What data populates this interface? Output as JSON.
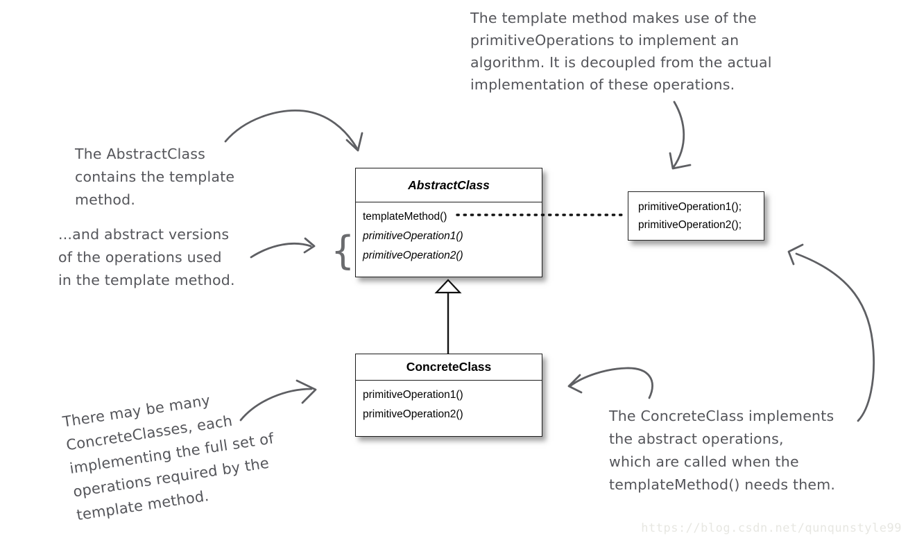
{
  "annotations": {
    "template_method_note": {
      "lines": [
        "The template method makes use of the",
        "primitiveOperations to implement an",
        "algorithm.  It is decoupled from the actual",
        "implementation of these operations."
      ]
    },
    "abstract_class_note": {
      "lines": [
        "The AbstractClass",
        "contains the template",
        "method."
      ]
    },
    "abstract_ops_note": {
      "lines": [
        "...and abstract versions",
        "of the operations used",
        "in the template method."
      ]
    },
    "concrete_classes_note": {
      "lines": [
        "There may be many",
        "ConcreteClasses, each",
        "implementing the full set of",
        "operations required by the",
        "template method."
      ]
    },
    "concrete_impl_note": {
      "lines": [
        "The ConcreteClass implements",
        "the abstract operations,",
        "which are called when the",
        "templateMethod() needs them."
      ]
    }
  },
  "uml": {
    "abstract_class": {
      "title": "AbstractClass",
      "methods": [
        "templateMethod()",
        "primitiveOperation1()",
        "primitiveOperation2()"
      ]
    },
    "concrete_class": {
      "title": "ConcreteClass",
      "methods": [
        "primitiveOperation1()",
        "primitiveOperation2()"
      ]
    },
    "code_snippet": {
      "lines": [
        "primitiveOperation1();",
        "primitiveOperation2();"
      ]
    }
  },
  "brace_glyph": "{",
  "watermark": "https://blog.csdn.net/qunqunstyle99",
  "colors": {
    "hand_ink": "#5e5f63",
    "box_border": "#1c1c1c",
    "watermark": "#e7e7e2",
    "background": "#ffffff"
  }
}
